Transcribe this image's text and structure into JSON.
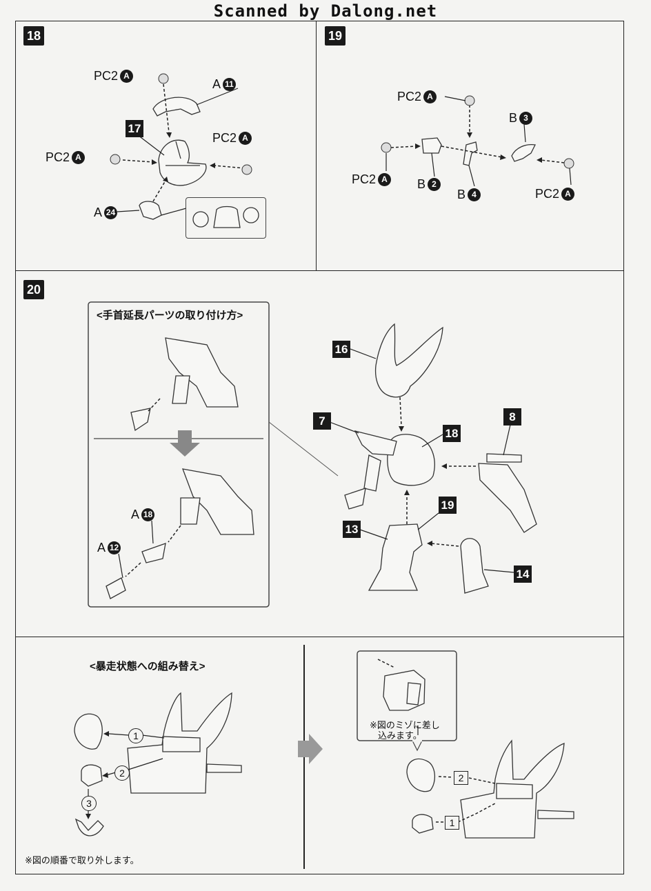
{
  "scan_header": "Scanned by Dalong.net",
  "steps": {
    "s18": "18",
    "s19": "19",
    "s20": "20"
  },
  "step18": {
    "pc2_top": {
      "text": "PC2",
      "letter": "A"
    },
    "a11": {
      "letter": "A",
      "num": "11"
    },
    "part17": "17",
    "pc2_right": {
      "text": "PC2",
      "letter": "A"
    },
    "pc2_left": {
      "text": "PC2",
      "letter": "A"
    },
    "a24": {
      "letter": "A",
      "num": "24"
    }
  },
  "step19": {
    "pc2_top": {
      "text": "PC2",
      "letter": "A"
    },
    "b3": {
      "letter": "B",
      "num": "3"
    },
    "pc2_left": {
      "text": "PC2",
      "letter": "A"
    },
    "b2": {
      "letter": "B",
      "num": "2"
    },
    "b4": {
      "letter": "B",
      "num": "4"
    },
    "pc2_right": {
      "text": "PC2",
      "letter": "A"
    }
  },
  "step20": {
    "inset_heading": "<手首延長パーツの取り付け方>",
    "a18": {
      "letter": "A",
      "num": "18"
    },
    "a12": {
      "letter": "A",
      "num": "12"
    },
    "parts": {
      "p16": "16",
      "p7": "7",
      "p18": "18",
      "p8": "8",
      "p19": "19",
      "p13": "13",
      "p14": "14"
    }
  },
  "bottom": {
    "heading": "<暴走状態への組み替え>",
    "order_left": [
      "1",
      "2",
      "3"
    ],
    "note_left": "※図の順番で取り外します。",
    "callout_note_line1": "※図のミゾに差し",
    "callout_note_line2": "込みます。",
    "order_right": [
      "2",
      "1"
    ]
  }
}
